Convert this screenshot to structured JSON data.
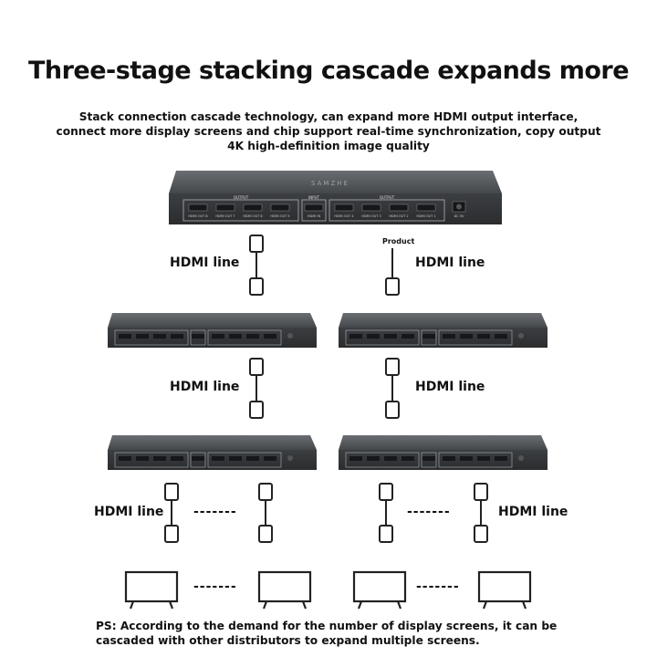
{
  "title": "Three-stage stacking cascade expands more",
  "subtitle": "Stack connection cascade technology, can expand more HDMI output interface, connect more display screens and chip support real-time synchronization, copy output 4K high-definition image quality",
  "brand": "SAMZHE",
  "main_device": {
    "output_header": "OUTPUT",
    "input_header": "INPUT",
    "ports_left": [
      "HDMI OUT 8",
      "HDMI OUT 7",
      "HDMI OUT 6",
      "HDMI OUT 5"
    ],
    "port_in": "HDMI IN",
    "ports_right": [
      "HDMI OUT 4",
      "HDMI OUT 3",
      "HDMI OUT 2",
      "HDMI OUT 1"
    ],
    "power": "DC 5V"
  },
  "labels": {
    "hdmi_line": "HDMI line",
    "product": "Product",
    "dashes": "-------"
  },
  "ps_note": "PS: According to the demand for the number of display screens, it can be cascaded with other distributors to expand multiple screens.",
  "colors": {
    "device_body": "#3a3d40",
    "device_top": "#55595d",
    "cable": "#222222"
  }
}
